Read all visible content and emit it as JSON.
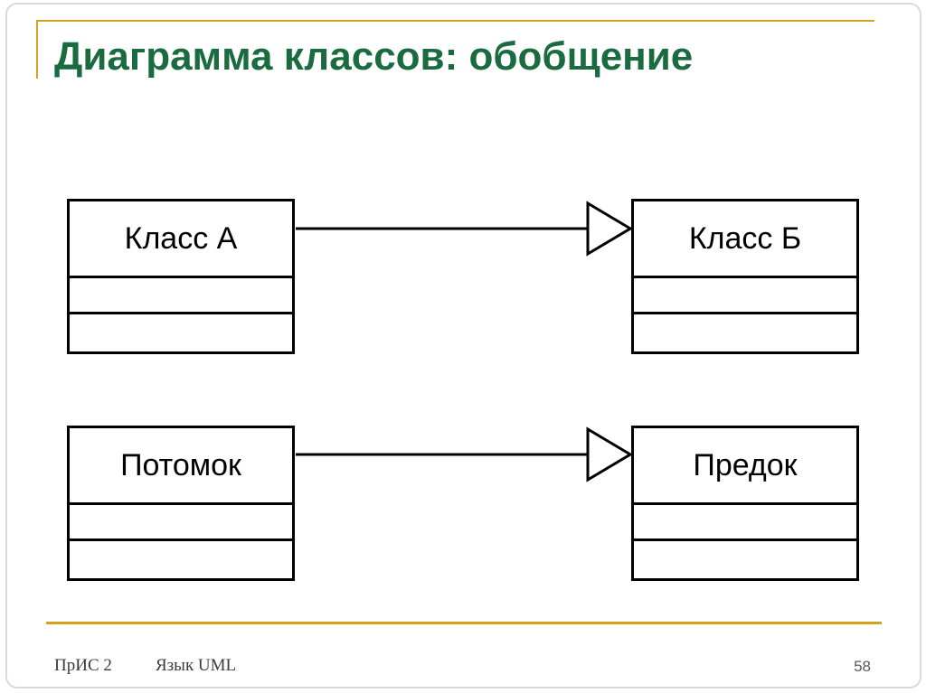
{
  "slide": {
    "title": "Диаграмма классов: обобщение"
  },
  "diagram": {
    "type": "uml-class-diagram",
    "nodes": {
      "class_a": "Класс А",
      "class_b": "Класс Б",
      "descendant": "Потомок",
      "ancestor": "Предок"
    },
    "edges": [
      {
        "from": "Класс А",
        "to": "Класс Б",
        "kind": "generalization"
      },
      {
        "from": "Потомок",
        "to": "Предок",
        "kind": "generalization"
      }
    ]
  },
  "footer": {
    "course": "ПрИС 2",
    "subject": "Язык UML",
    "page_number": "58"
  },
  "colors": {
    "title_green": "#1a6b3f",
    "accent_gold": "#d4a21c",
    "diagram_line": "#000000"
  }
}
